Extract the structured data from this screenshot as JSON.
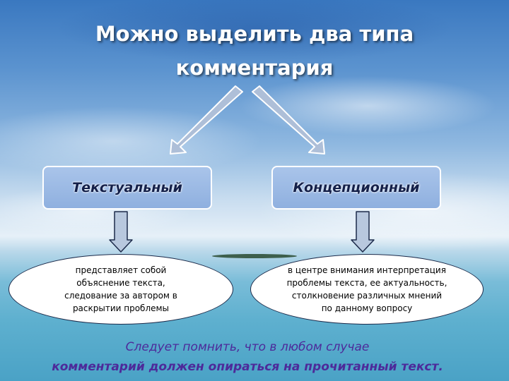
{
  "title": {
    "line1": "Можно выделить два типа",
    "line2": "комментария"
  },
  "types": [
    {
      "label": "Текстуальный",
      "description": "представляет собой объяснение текста, следование за автором в раскрытии проблемы"
    },
    {
      "label": "Концепционный",
      "description": "в центре внимания интерпретация проблемы текста, ее актуальность, столкновение различных мнений по данному вопросу"
    }
  ],
  "note": {
    "line1": "Следует помнить, что в любом случае",
    "line2": "комментарий должен опираться на прочитанный текст."
  },
  "colors": {
    "box_fill": "#9bb9e6",
    "box_text": "#14204a",
    "note_text": "#4d2a9a",
    "arrow_fill": "#a9bbd6"
  }
}
